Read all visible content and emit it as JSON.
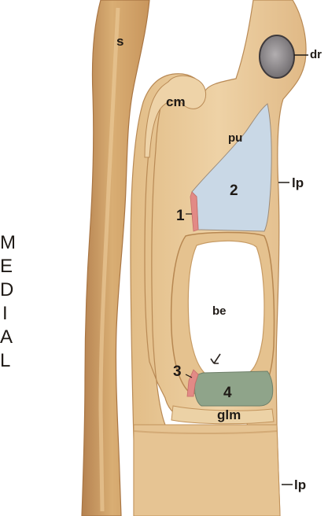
{
  "labels": {
    "s": "s",
    "dr": "dr",
    "cm": "cm",
    "pu": "pu",
    "lp_upper": "lp",
    "lp_lower": "lp",
    "num_1": "1",
    "num_2": "2",
    "num_3": "3",
    "num_4": "4",
    "be": "be",
    "glm": "glm",
    "side_letters": [
      "M",
      "E",
      "D",
      "I",
      "A",
      "L"
    ]
  },
  "colors": {
    "background": "#ffffff",
    "tissue": "#e8c99a",
    "tissue_dark": "#c89a62",
    "tissue_light": "#f3ddb8",
    "septum": "#d4a86e",
    "region_2": "#c9d8e6",
    "region_4": "#8fa48a",
    "pink_border": "#e28a86",
    "dr_fill": "#8e8a8c",
    "label_text": "#1f1a16"
  }
}
